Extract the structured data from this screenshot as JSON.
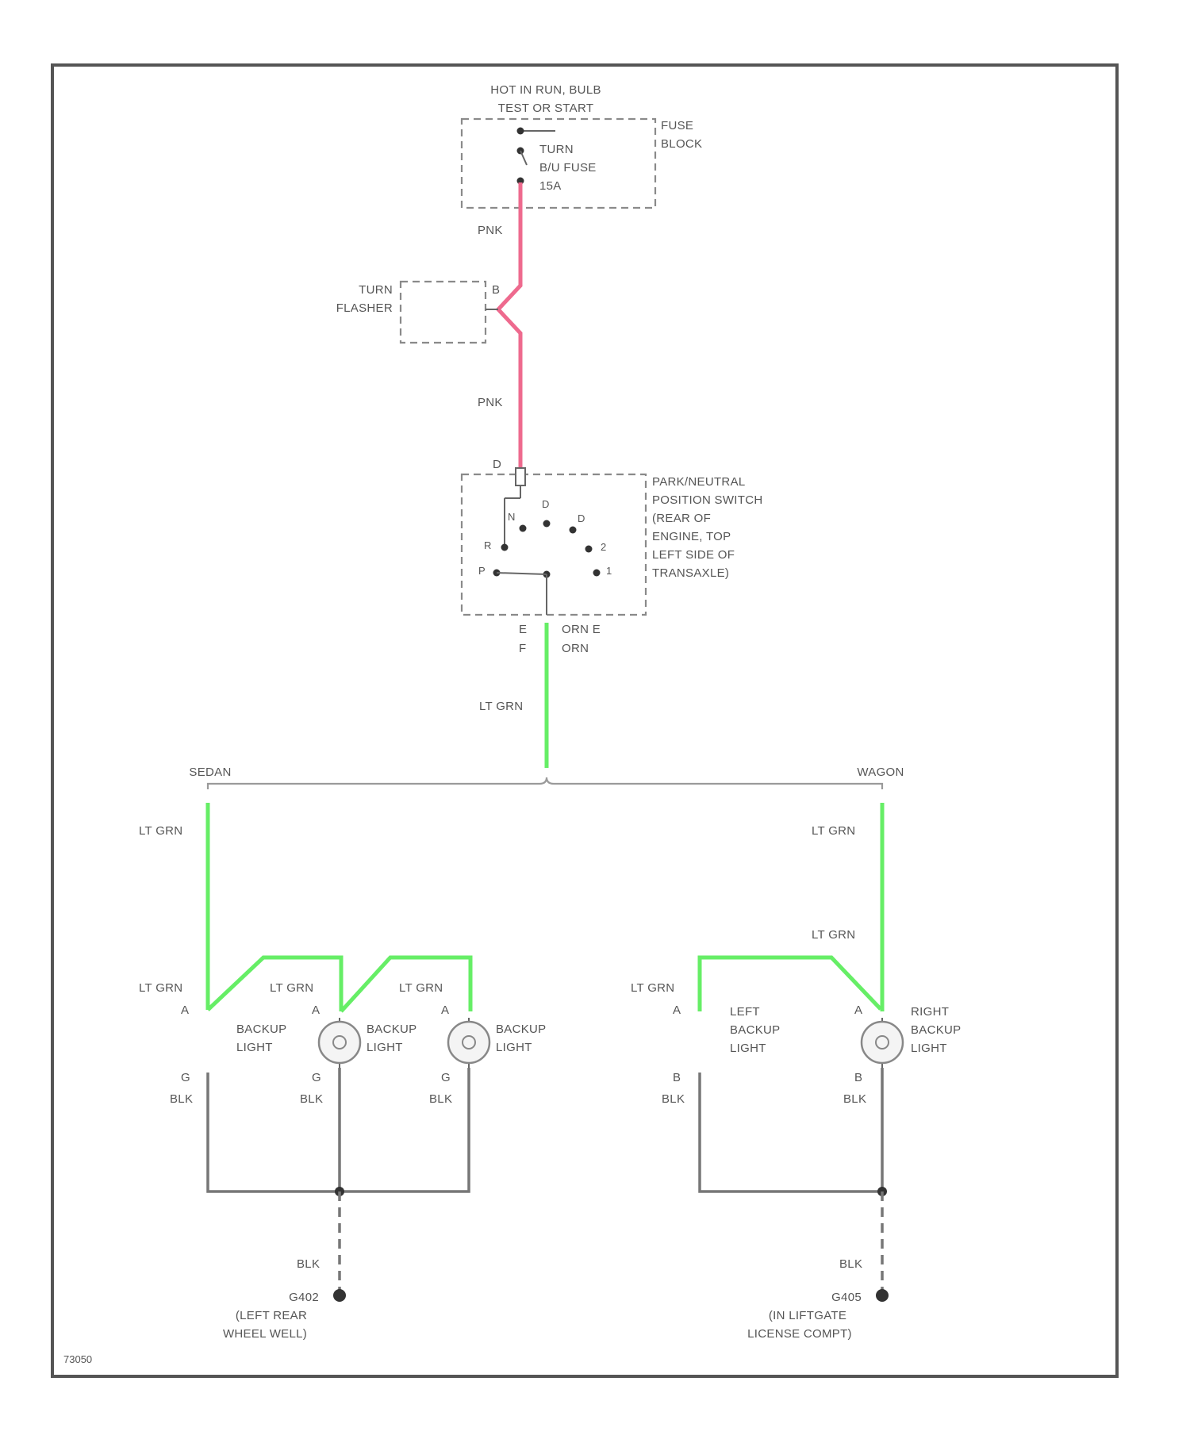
{
  "power_source": {
    "line1": "HOT IN RUN, BULB",
    "line2": "TEST OR START"
  },
  "fuse_block": {
    "line1": "FUSE",
    "line2": "BLOCK"
  },
  "fuse": {
    "line1": "TURN",
    "line2": "B/U FUSE",
    "line3": "15A"
  },
  "turn_flasher": {
    "line1": "TURN",
    "line2": "FLASHER",
    "pin": "B"
  },
  "switch": {
    "line1": "PARK/NEUTRAL",
    "line2": "POSITION SWITCH",
    "line3": "(REAR OF",
    "line4": "ENGINE, TOP",
    "line5": "LEFT SIDE OF",
    "line6": "TRANSAXLE)",
    "pin_in": "D",
    "positions": {
      "n": "N",
      "d": "D",
      "d2": "D",
      "r": "R",
      "two": "2",
      "p": "P",
      "one": "1"
    },
    "out_pin_e": "E",
    "out_pin_f": "F",
    "out_wire1": "ORN E",
    "out_wire2": "ORN"
  },
  "wires": {
    "pnk": "PNK",
    "ltgrn": "LT GRN",
    "blk": "BLK"
  },
  "variants": {
    "sedan": "SEDAN",
    "wagon": "WAGON"
  },
  "sedan_lights": {
    "left_pin_a": "A",
    "left_pin_g": "G",
    "mid_pin_a": "A",
    "mid_pin_g": "G",
    "mid_label1": "BACKUP",
    "mid_label2": "LIGHT",
    "right_pin_a": "A",
    "right_pin_g": "G",
    "right_label1": "BACKUP",
    "right_label2": "LIGHT",
    "left_label1": "BACKUP",
    "left_label2": "LIGHT"
  },
  "wagon_lights": {
    "left_pin_a": "A",
    "left_pin_b": "B",
    "left_label1": "LEFT",
    "left_label2": "BACKUP",
    "left_label3": "LIGHT",
    "right_pin_a": "A",
    "right_pin_b": "B",
    "right_label1": "RIGHT",
    "right_label2": "BACKUP",
    "right_label3": "LIGHT"
  },
  "grounds": {
    "sedan": {
      "id": "G402",
      "line1": "(LEFT REAR",
      "line2": "WHEEL WELL)"
    },
    "wagon": {
      "id": "G405",
      "line1": "(IN LIFTGATE",
      "line2": "LICENSE COMPT)"
    }
  },
  "figure_id": "73050"
}
